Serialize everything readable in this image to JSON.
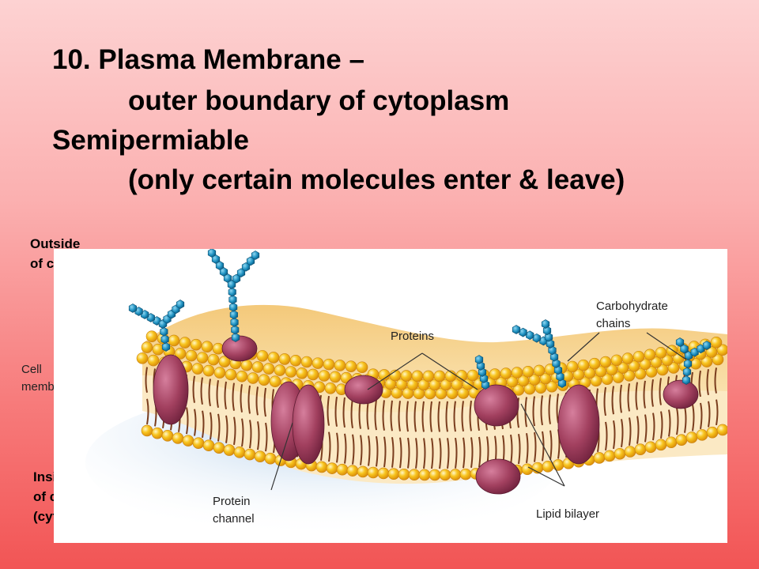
{
  "slide": {
    "title_line1": "10. Plasma Membrane –",
    "title_line2": "outer boundary of cytoplasm",
    "title_line3": "Semipermiable",
    "title_line4": "(only certain molecules enter & leave)"
  },
  "labels": {
    "outside_line1": "Outside",
    "outside_line2": "of cell",
    "cell_membrane_line1": "Cell",
    "cell_membrane_line2": "membrane",
    "inside_line1": "Inside",
    "inside_line2": "of cell",
    "inside_line3": "(cytoplasm)",
    "proteins": "Proteins",
    "carbohydrate_line1": "Carbohydrate",
    "carbohydrate_line2": "chains",
    "protein_channel_line1": "Protein",
    "protein_channel_line2": "channel",
    "lipid_bilayer": "Lipid bilayer"
  },
  "colors": {
    "phospholipid_head": "#f6b519",
    "lipid_tail": "#7a3d1e",
    "protein": "#9c3a5c",
    "carbohydrate": "#1c8fbf",
    "membrane_fill": "#f9dfa5",
    "cytoplasm_shadow": "#b9d3ec"
  }
}
